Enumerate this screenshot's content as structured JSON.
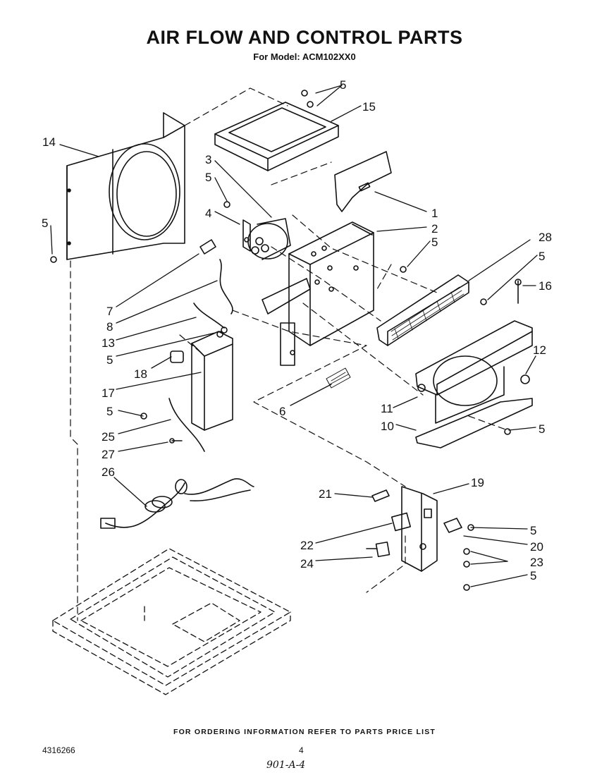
{
  "title": "AIR FLOW AND CONTROL PARTS",
  "subtitle": "For Model: ACM102XX0",
  "footer_note": "FOR ORDERING INFORMATION REFER TO PARTS PRICE LIST",
  "part_number": "4316266",
  "page_number": "4",
  "handwritten_note": "901-A-4",
  "callouts": [
    {
      "id": "c5a",
      "label": "5"
    },
    {
      "id": "c15",
      "label": "15"
    },
    {
      "id": "c14",
      "label": "14"
    },
    {
      "id": "c3",
      "label": "3"
    },
    {
      "id": "c5b",
      "label": "5"
    },
    {
      "id": "c4",
      "label": "4"
    },
    {
      "id": "c5c",
      "label": "5"
    },
    {
      "id": "c1",
      "label": "1"
    },
    {
      "id": "c2",
      "label": "2"
    },
    {
      "id": "c5d",
      "label": "5"
    },
    {
      "id": "c28",
      "label": "28"
    },
    {
      "id": "c5e",
      "label": "5"
    },
    {
      "id": "c16",
      "label": "16"
    },
    {
      "id": "c7",
      "label": "7"
    },
    {
      "id": "c8",
      "label": "8"
    },
    {
      "id": "c13",
      "label": "13"
    },
    {
      "id": "c5f",
      "label": "5"
    },
    {
      "id": "c18",
      "label": "18"
    },
    {
      "id": "c12",
      "label": "12"
    },
    {
      "id": "c17",
      "label": "17"
    },
    {
      "id": "c5g",
      "label": "5"
    },
    {
      "id": "c6",
      "label": "6"
    },
    {
      "id": "c11",
      "label": "11"
    },
    {
      "id": "c10",
      "label": "10"
    },
    {
      "id": "c5h",
      "label": "5"
    },
    {
      "id": "c25",
      "label": "25"
    },
    {
      "id": "c27",
      "label": "27"
    },
    {
      "id": "c26",
      "label": "26"
    },
    {
      "id": "c19",
      "label": "19"
    },
    {
      "id": "c21",
      "label": "21"
    },
    {
      "id": "c5i",
      "label": "5"
    },
    {
      "id": "c22",
      "label": "22"
    },
    {
      "id": "c20",
      "label": "20"
    },
    {
      "id": "c23",
      "label": "23"
    },
    {
      "id": "c24",
      "label": "24"
    },
    {
      "id": "c5j",
      "label": "5"
    }
  ]
}
